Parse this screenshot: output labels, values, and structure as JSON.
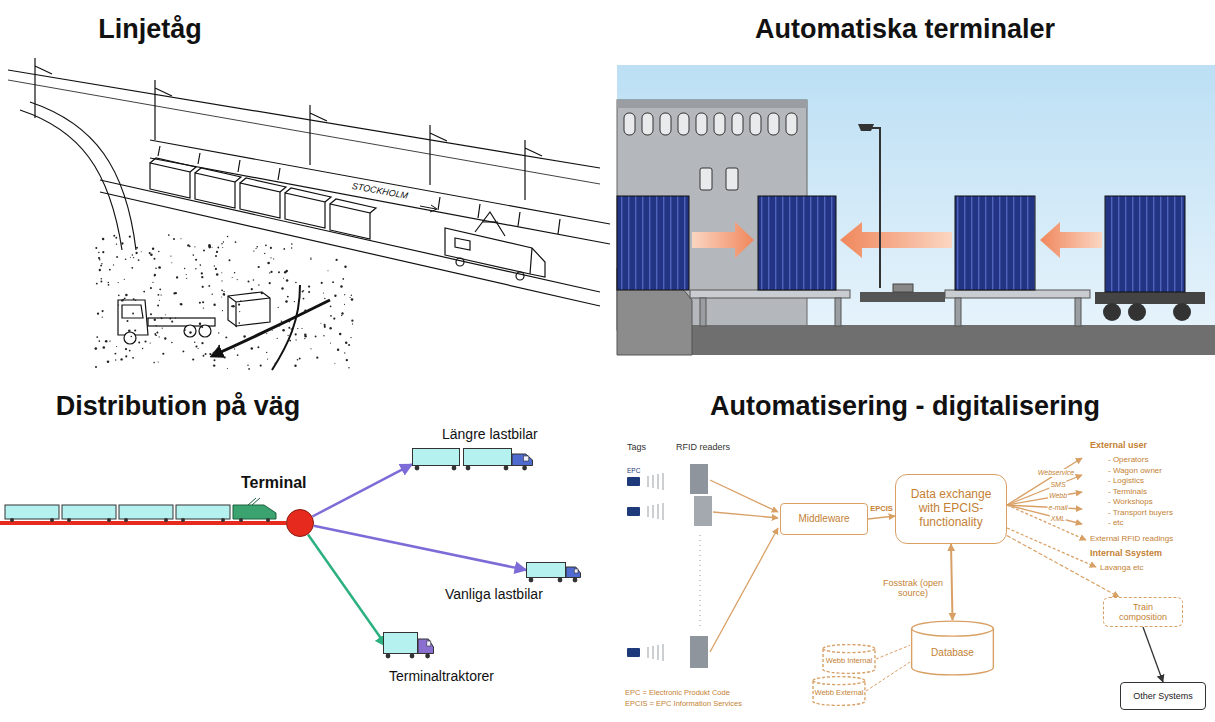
{
  "diagram": {
    "nodes": [
      {
        "text": [
          "Terminal"
        ]
      },
      {
        "text": [
          "Längre lastbilar"
        ]
      },
      {
        "text": [
          "Vanliga lastbilar"
        ]
      },
      {
        "text": [
          "Terminaltraktorer"
        ]
      },
      {
        "text": [
          "Middleware"
        ]
      },
      {
        "text": [
          "Data exchange with EPCIS-functionality"
        ]
      },
      {
        "text": [
          "Database"
        ]
      },
      {
        "text": [
          "Webb Internal"
        ]
      },
      {
        "text": [
          "Webb External"
        ]
      },
      {
        "text": [
          "Train composition"
        ]
      },
      {
        "text": [
          "Other Systems"
        ]
      }
    ],
    "edges": [
      {
        "from": 0,
        "to": 1,
        "arrow": "to"
      },
      {
        "from": 0,
        "to": 2,
        "arrow": "to"
      },
      {
        "from": 0,
        "to": 3,
        "arrow": "to"
      },
      {
        "from": 4,
        "to": 5,
        "label": "EPCIS",
        "arrow": "to"
      },
      {
        "from": 5,
        "to": 6,
        "arrow": "both"
      },
      {
        "from": 7,
        "to": 6,
        "arrow": "none"
      },
      {
        "from": 8,
        "to": 6,
        "arrow": "none"
      },
      {
        "from": 5,
        "to": 9,
        "arrow": "to"
      },
      {
        "from": 9,
        "to": 10,
        "arrow": "to"
      }
    ],
    "labels": [
      "Linjetåg",
      "Automatiska terminaler",
      "Distribution på väg",
      "Automatisering - digitalisering",
      "STOCKHOLM",
      "Tags",
      "RFID readers",
      "EPC",
      "External user",
      "- Operators",
      "- Wagon owner",
      "- Logistics",
      "- Terminals",
      "- Workshops",
      "- Transport buyers",
      "- etc",
      "Webservice",
      "SMS",
      "Webb",
      "e-mail",
      "XML",
      "External RFID readings",
      "Internal Ssystem",
      "Lavanga etc",
      "Fosstrak (open source)",
      "EPC = Electronic Produkt Code",
      "EPCIS = EPC Information Services"
    ]
  }
}
